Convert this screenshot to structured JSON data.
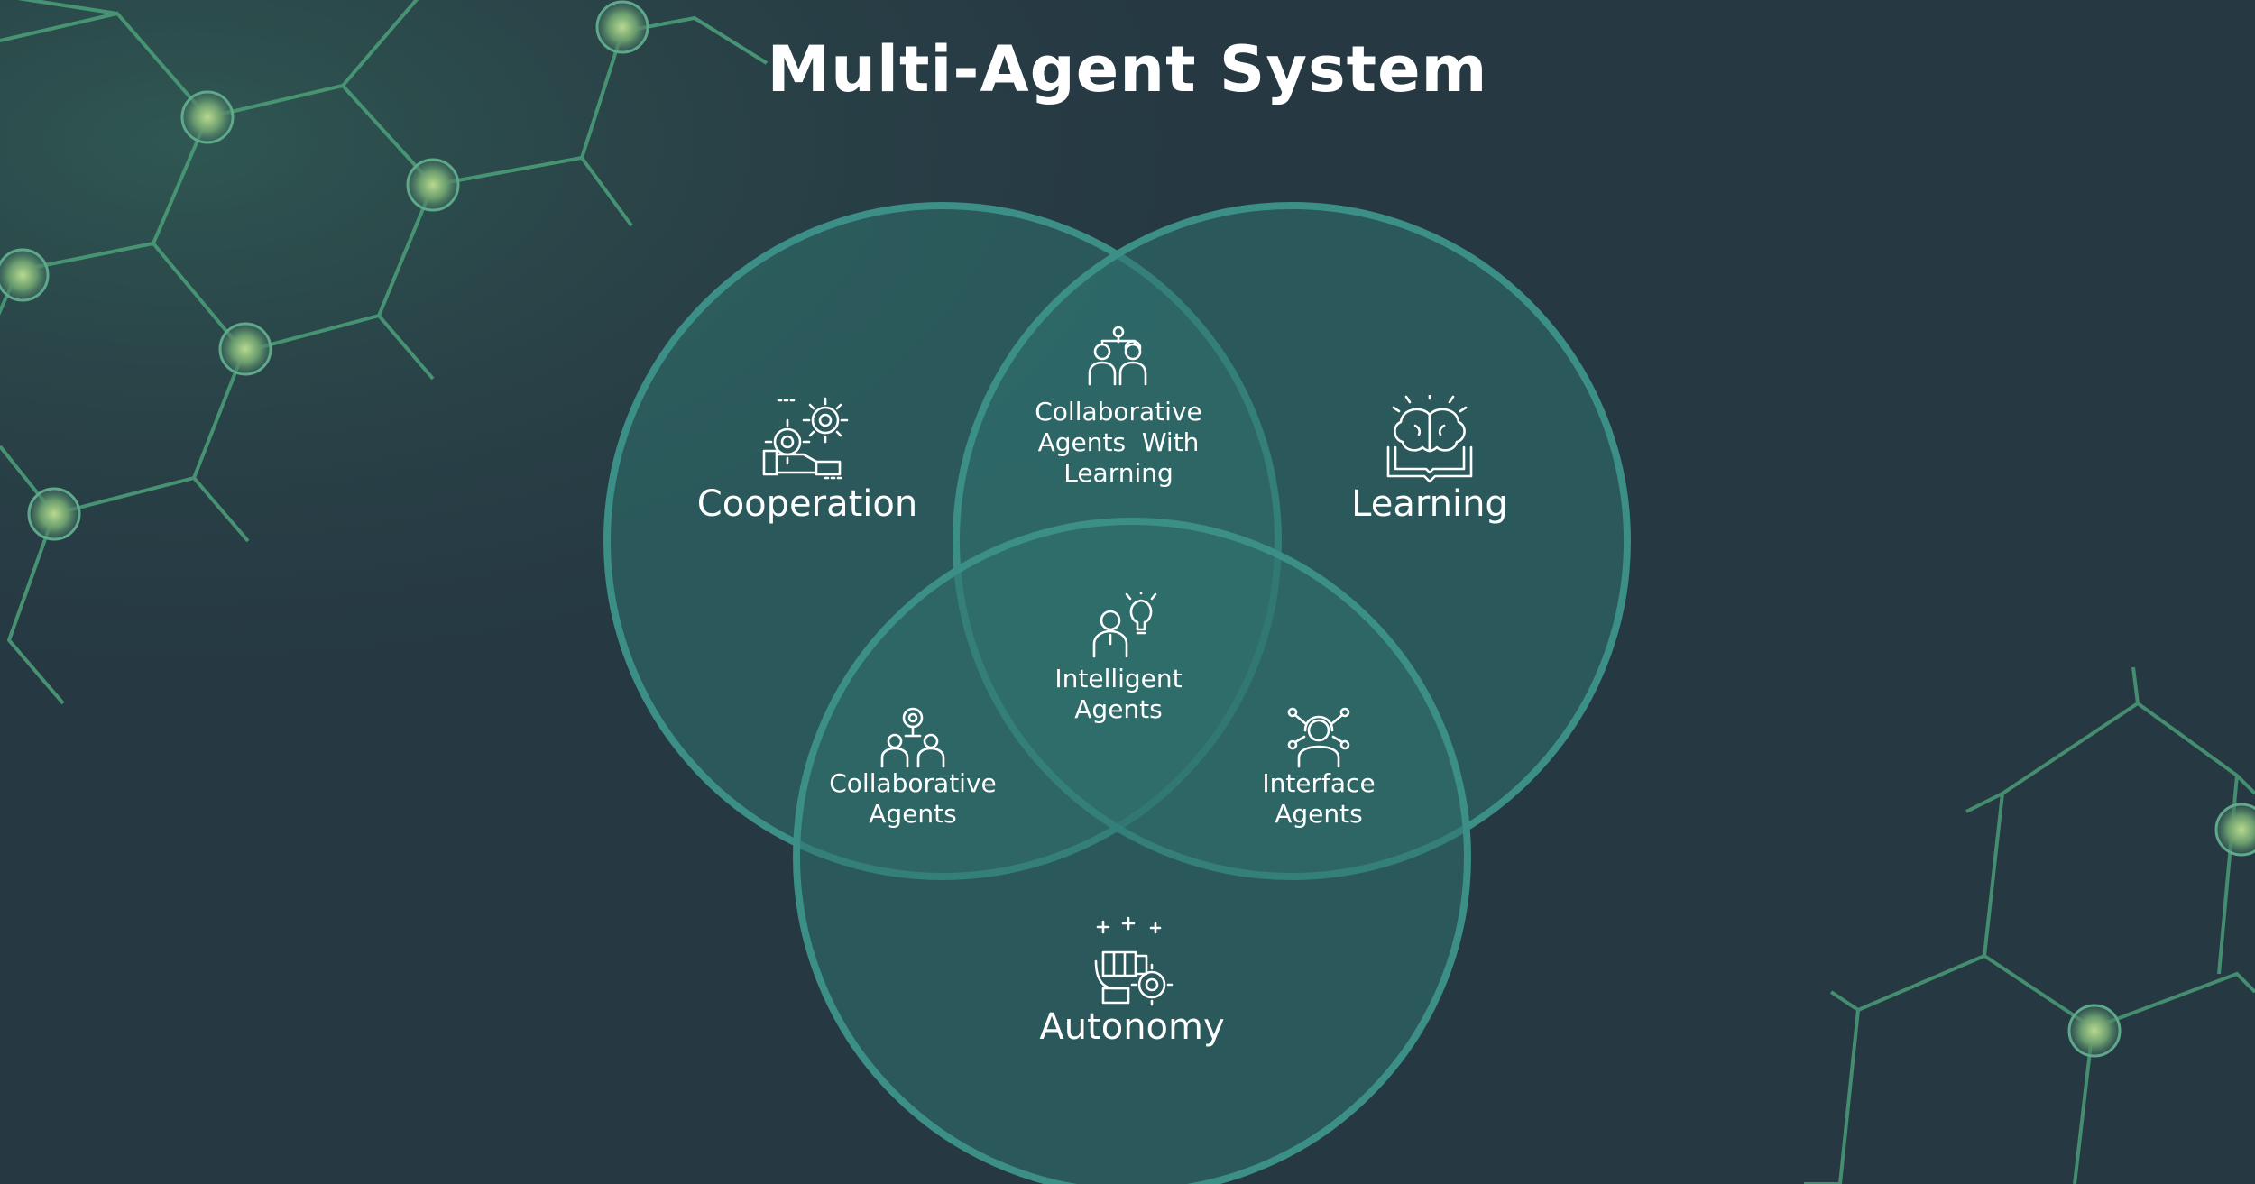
{
  "title": "Multi-Agent System",
  "colors": {
    "background": "#263842",
    "circle_fill": "#2f7270",
    "circle_stroke": "#3b8f86",
    "network_line": "#4a9c78",
    "node_glow": "#8fbf7e"
  },
  "circles": [
    {
      "label": "Cooperation",
      "icon": "gears-handshake-icon"
    },
    {
      "label": "Learning",
      "icon": "brain-book-icon"
    },
    {
      "label": "Autonomy",
      "icon": "fist-gear-icon"
    }
  ],
  "overlaps": {
    "cooperation_learning": {
      "lines": [
        "Collaborative",
        "Agents  With",
        "Learning"
      ],
      "icon": "collaborative-people-icon"
    },
    "center": {
      "lines": [
        "Intelligent",
        "Agents"
      ],
      "icon": "person-lightbulb-icon"
    },
    "cooperation_autonomy": {
      "lines": [
        "Collaborative",
        "Agents"
      ],
      "icon": "team-network-icon"
    },
    "learning_autonomy": {
      "lines": [
        "Interface",
        "Agents"
      ],
      "icon": "person-interface-icon"
    }
  }
}
